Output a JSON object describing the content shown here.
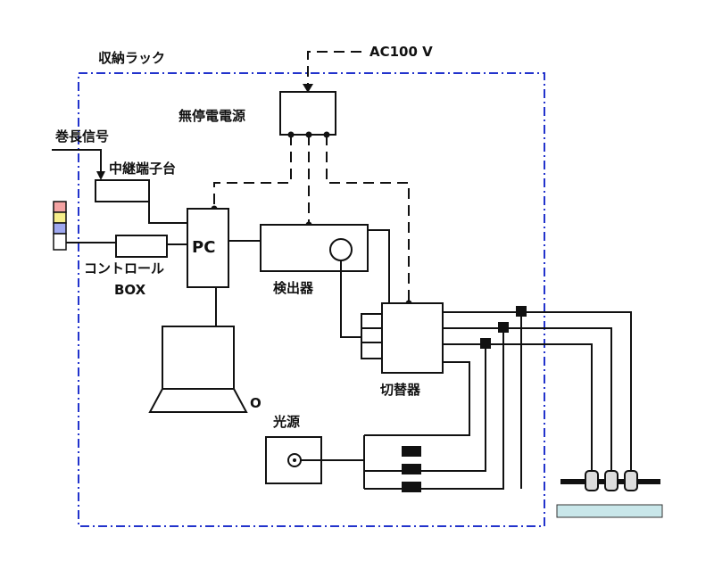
{
  "labels": {
    "rack": "収納ラック",
    "ac": "AC100 V",
    "ups": "無停電電源",
    "coil_signal": "巻長信号",
    "relay_terminal": "中継端子台",
    "pc": "PC",
    "control_box_line1": "コントロール",
    "control_box_line2": "BOX",
    "detector": "検出器",
    "switcher": "切替器",
    "light_source": "光源",
    "monitor_mark": "O"
  },
  "colors": {
    "rack_border": "#2233cc",
    "lamp_red": "#f4a3a3",
    "lamp_yellow": "#f6ee8a",
    "lamp_blue": "#9fa8f0",
    "lamp_white": "#ffffff",
    "plate": "#c9e7ea",
    "line": "#111111"
  }
}
